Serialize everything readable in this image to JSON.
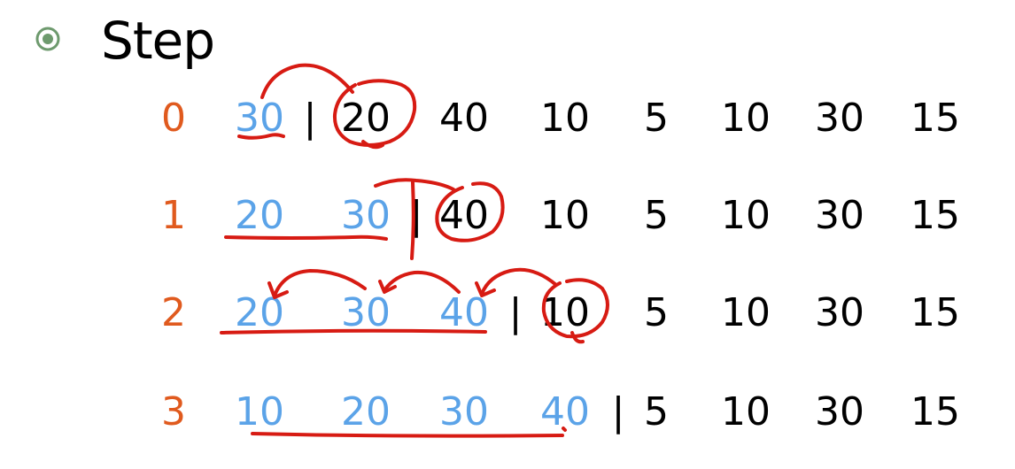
{
  "heading": "Step",
  "colors": {
    "step_index": "#E05A1E",
    "sorted": "#5BA3E8",
    "unsorted": "#000000",
    "annotation": "#D71B13",
    "bullet": "#6E9A6E"
  },
  "icons": {
    "bullet": "circled-dot-bullet-icon"
  },
  "rows": [
    {
      "step": "0",
      "sorted": [
        "30"
      ],
      "divider": "|",
      "unsorted": [
        "20",
        "40",
        "10",
        "5",
        "10",
        "30",
        "15"
      ]
    },
    {
      "step": "1",
      "sorted": [
        "20",
        "30"
      ],
      "divider": "|",
      "unsorted": [
        "40",
        "10",
        "5",
        "10",
        "30",
        "15"
      ]
    },
    {
      "step": "2",
      "sorted": [
        "20",
        "30",
        "40"
      ],
      "divider": "|",
      "unsorted": [
        "10",
        "5",
        "10",
        "30",
        "15"
      ]
    },
    {
      "step": "3",
      "sorted": [
        "10",
        "20",
        "30",
        "40"
      ],
      "divider": "|",
      "unsorted": [
        "5",
        "10",
        "30",
        "15"
      ]
    }
  ]
}
